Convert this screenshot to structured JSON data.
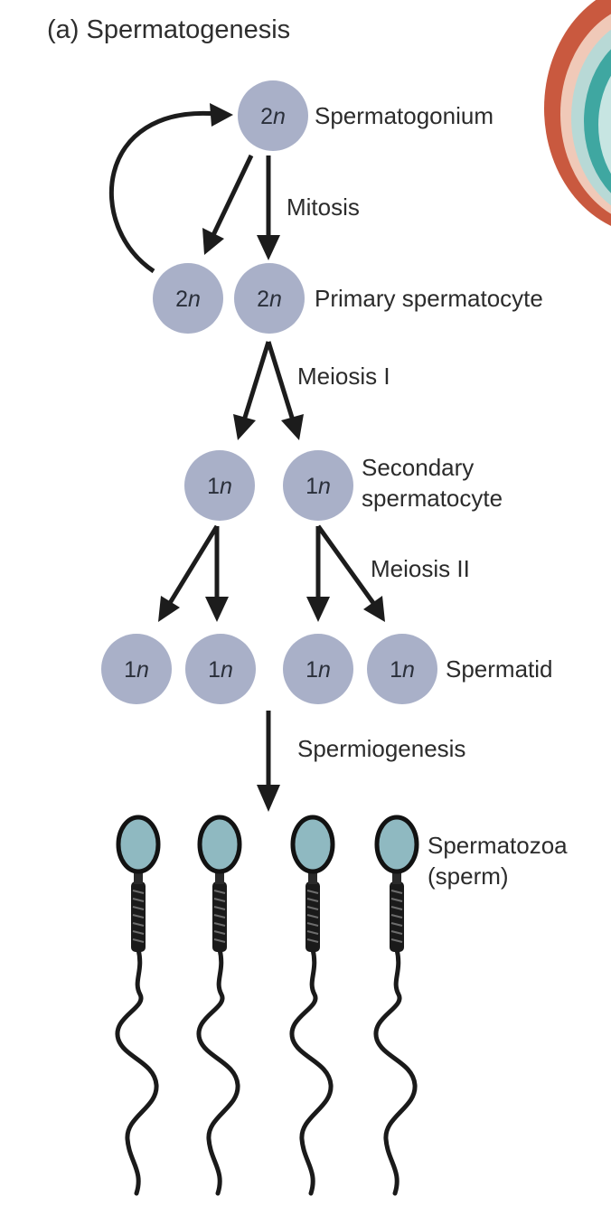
{
  "title": "(a) Spermatogenesis",
  "cells": {
    "spermatogonium": {
      "prefix": "2",
      "suffix": "n"
    },
    "mitosis_left": {
      "prefix": "2",
      "suffix": "n"
    },
    "primary": {
      "prefix": "2",
      "suffix": "n"
    },
    "secondary_left": {
      "prefix": "1",
      "suffix": "n"
    },
    "secondary_right": {
      "prefix": "1",
      "suffix": "n"
    },
    "spermatid_1": {
      "prefix": "1",
      "suffix": "n"
    },
    "spermatid_2": {
      "prefix": "1",
      "suffix": "n"
    },
    "spermatid_3": {
      "prefix": "1",
      "suffix": "n"
    },
    "spermatid_4": {
      "prefix": "1",
      "suffix": "n"
    }
  },
  "labels": {
    "spermatogonium": "Spermatogonium",
    "mitosis": "Mitosis",
    "primary": "Primary spermatocyte",
    "meiosis1": "Meiosis I",
    "secondary_line1": "Secondary",
    "secondary_line2": "spermatocyte",
    "meiosis2": "Meiosis II",
    "spermatid": "Spermatid",
    "spermiogenesis": "Spermiogenesis",
    "spermatozoa_line1": "Spermatozoa",
    "spermatozoa_line2": "(sperm)"
  },
  "colors": {
    "cell_fill": "#a9b0c8",
    "sperm_head": "#8fb9c1",
    "arrow": "#1c1c1c",
    "corner_red": "#c9593f",
    "corner_teal": "#3fa7a1"
  }
}
